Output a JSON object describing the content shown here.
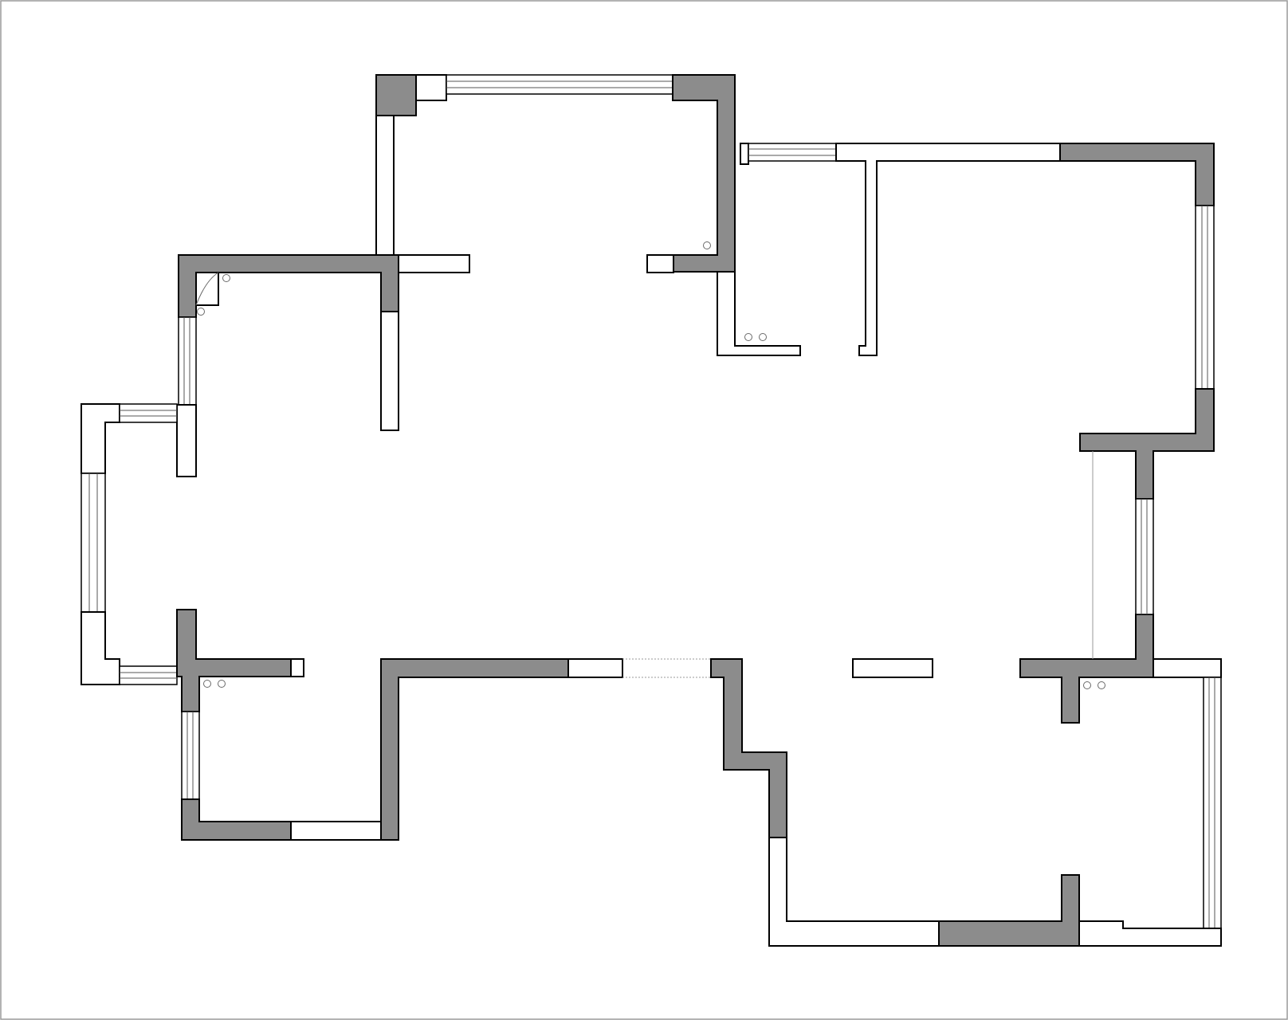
{
  "colors": {
    "background": "#ffffff",
    "border": "#9a9a9a",
    "wall_structural": "#8c8c8c",
    "wall_partition": "#ffffff",
    "stroke": "#000000",
    "window_line": "#555555",
    "fixture_stroke": "#6a6a6a",
    "hidden_line": "#999999"
  },
  "legend": {
    "structural_wall": "load-bearing-wall-gray-fill",
    "partition_wall": "non-load-bearing-wall-white-fill",
    "window": "window-triple-line",
    "pipe": "pipe-circle-icon"
  }
}
